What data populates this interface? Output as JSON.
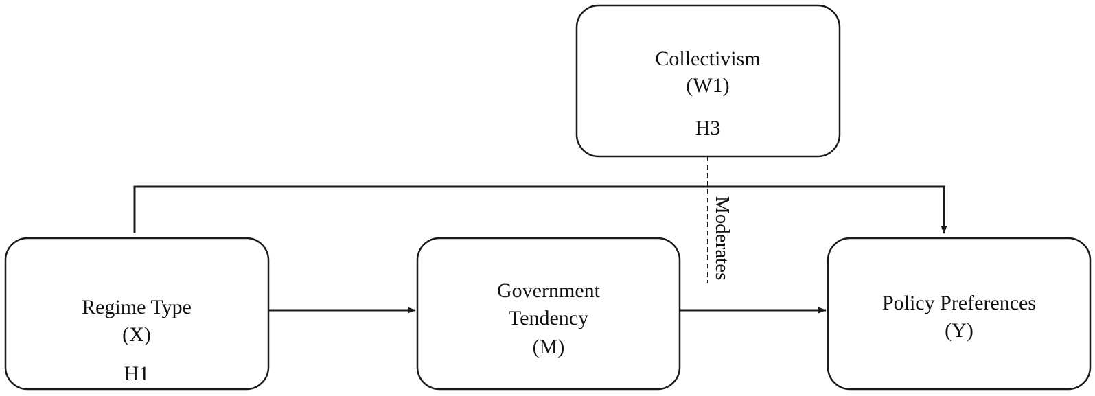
{
  "nodes": {
    "collectivism": {
      "name": "Collectivism",
      "symbol": "(W1)",
      "hypothesis": "H3"
    },
    "regime_type": {
      "name": "Regime Type",
      "symbol": "(X)",
      "hypothesis": "H1"
    },
    "government_tendency": {
      "name_line1": "Government",
      "name_line2": "Tendency",
      "symbol": "(M)"
    },
    "policy_preferences": {
      "name": "Policy Preferences",
      "symbol": "(Y)"
    }
  },
  "edges": {
    "moderation_label": "Moderates"
  },
  "colors": {
    "stroke": "#1a1a1a",
    "text": "#111111",
    "background": "#ffffff"
  }
}
